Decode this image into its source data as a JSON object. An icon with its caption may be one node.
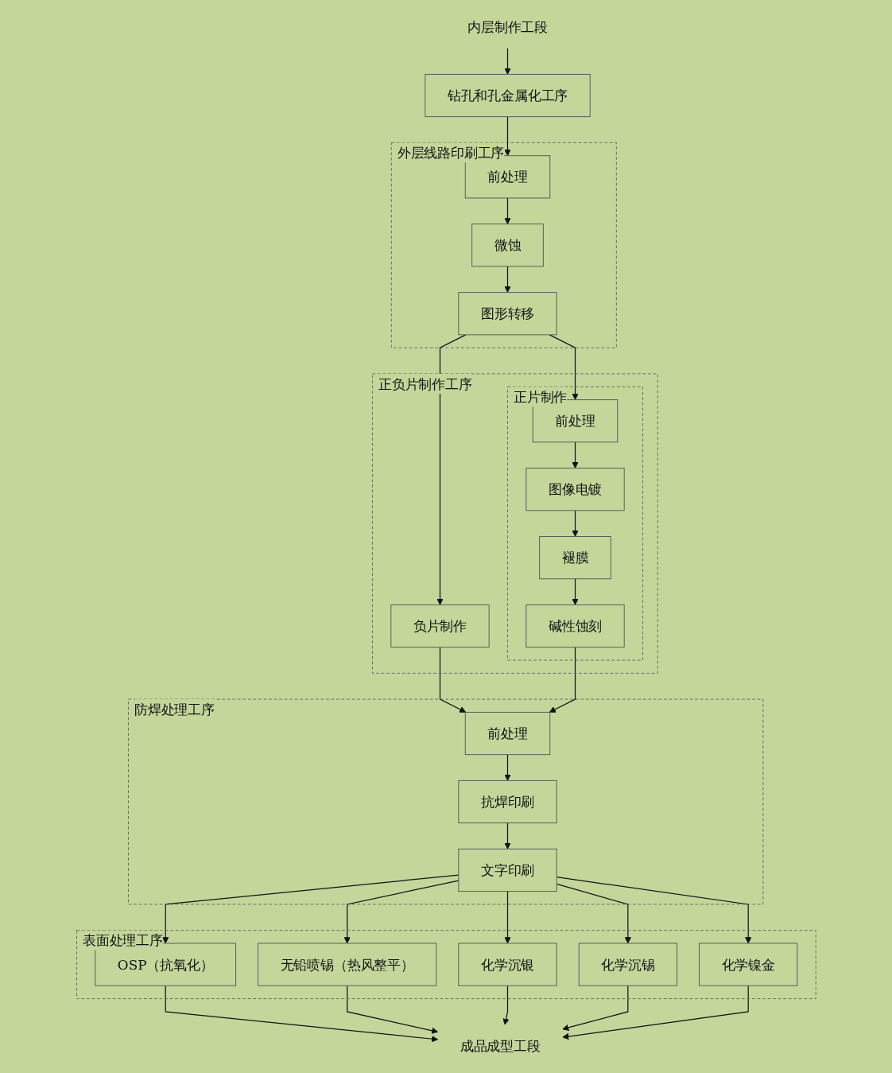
{
  "diagram": {
    "nodes": [
      {
        "text": [
          "内层制作工段"
        ]
      },
      {
        "text": [
          "钻孔和孔金属化工序"
        ]
      },
      {
        "text": [
          "外层线路印刷工序"
        ]
      },
      {
        "text": [
          "前处理"
        ],
        "in": 2
      },
      {
        "text": [
          "微蚀"
        ],
        "in": 2
      },
      {
        "text": [
          "图形转移"
        ],
        "in": 2
      },
      {
        "text": [
          "正负片制作工序"
        ]
      },
      {
        "text": [
          "负片制作"
        ],
        "in": 6
      },
      {
        "text": [
          "正片制作"
        ],
        "in": 6
      },
      {
        "text": [
          "前处理"
        ],
        "in": 8
      },
      {
        "text": [
          "图像电镀"
        ],
        "in": 8
      },
      {
        "text": [
          "褪膜"
        ],
        "in": 8
      },
      {
        "text": [
          "碱性蚀刻"
        ],
        "in": 8
      },
      {
        "text": [
          "防焊处理工序"
        ]
      },
      {
        "text": [
          "前处理"
        ],
        "in": 13
      },
      {
        "text": [
          "抗焊印刷"
        ],
        "in": 13
      },
      {
        "text": [
          "文字印刷"
        ],
        "in": 13
      },
      {
        "text": [
          "表面处理工序"
        ]
      },
      {
        "text": [
          "OSP（抗氧化）"
        ],
        "in": 17
      },
      {
        "text": [
          "无铅喷锡（热风整平）"
        ],
        "in": 17
      },
      {
        "text": [
          "化学沉银"
        ],
        "in": 17
      },
      {
        "text": [
          "化学沉锡"
        ],
        "in": 17
      },
      {
        "text": [
          "化学镍金"
        ],
        "in": 17
      },
      {
        "text": [
          "成品成型工段"
        ]
      }
    ],
    "edges": [
      {
        "from": 0,
        "to": 1,
        "arrow": "to"
      },
      {
        "from": 1,
        "to": 3,
        "arrow": "to"
      },
      {
        "from": 3,
        "to": 4,
        "arrow": "to"
      },
      {
        "from": 4,
        "to": 5,
        "arrow": "to"
      },
      {
        "from": 5,
        "to": 7,
        "arrow": "to"
      },
      {
        "from": 5,
        "to": 9,
        "arrow": "to"
      },
      {
        "from": 9,
        "to": 10,
        "arrow": "to"
      },
      {
        "from": 10,
        "to": 11,
        "arrow": "to"
      },
      {
        "from": 11,
        "to": 12,
        "arrow": "to"
      },
      {
        "from": 7,
        "to": 14,
        "arrow": "to"
      },
      {
        "from": 12,
        "to": 14,
        "arrow": "to"
      },
      {
        "from": 14,
        "to": 15,
        "arrow": "to"
      },
      {
        "from": 15,
        "to": 16,
        "arrow": "to"
      },
      {
        "from": 16,
        "to": 18,
        "arrow": "to"
      },
      {
        "from": 16,
        "to": 19,
        "arrow": "to"
      },
      {
        "from": 16,
        "to": 20,
        "arrow": "to"
      },
      {
        "from": 16,
        "to": 21,
        "arrow": "to"
      },
      {
        "from": 16,
        "to": 22,
        "arrow": "to"
      },
      {
        "from": 18,
        "to": 23,
        "arrow": "to"
      },
      {
        "from": 19,
        "to": 23,
        "arrow": "to"
      },
      {
        "from": 20,
        "to": 23,
        "arrow": "to"
      },
      {
        "from": 21,
        "to": 23,
        "arrow": "to"
      },
      {
        "from": 22,
        "to": 23,
        "arrow": "to"
      }
    ]
  }
}
